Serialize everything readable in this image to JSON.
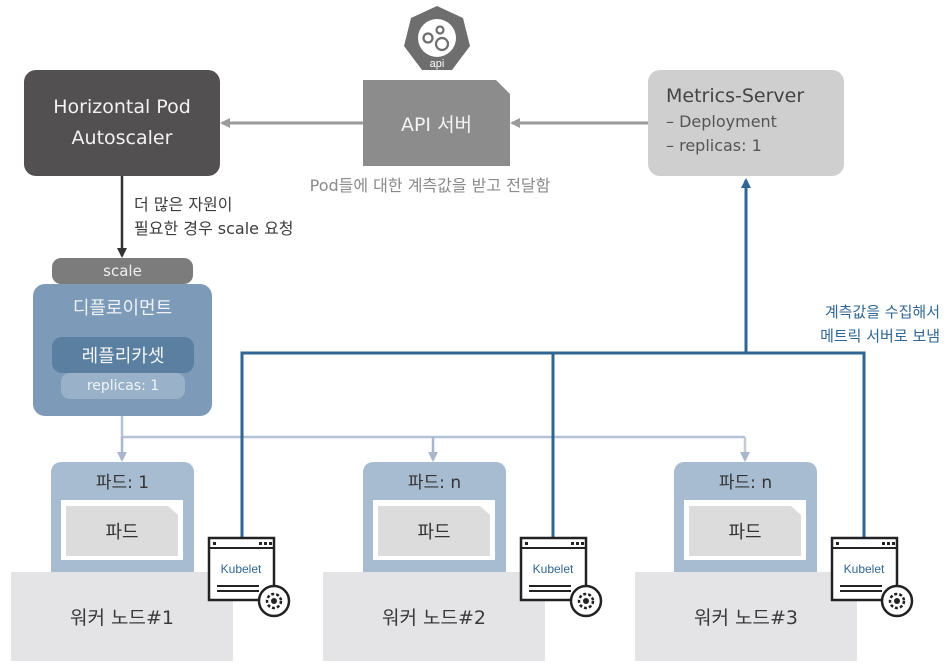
{
  "hpa": {
    "line1": "Horizontal Pod",
    "line2": "Autoscaler"
  },
  "api_server": {
    "label": "API 서버",
    "logo_text": "api",
    "caption": "Pod들에 대한 계측값을 받고 전달함"
  },
  "metrics_server": {
    "title": "Metrics-Server",
    "lines": [
      "– Deployment",
      "– replicas: 1"
    ]
  },
  "hpa_note": {
    "line1": "더 많은 자원이",
    "line2": "필요한 경우 scale 요청"
  },
  "deployment": {
    "scale_label": "scale",
    "title": "디플로이먼트",
    "replicaset": "레플리카셋",
    "replicas": "replicas: 1"
  },
  "collect_note": {
    "line1": "계측값을 수집해서",
    "line2": "메트릭 서버로 보냄"
  },
  "workers": [
    {
      "pod_group": "파드: 1",
      "pod": "파드",
      "node": "워커 노드#1",
      "kubelet": "Kubelet"
    },
    {
      "pod_group": "파드: n",
      "pod": "파드",
      "node": "워커 노드#2",
      "kubelet": "Kubelet"
    },
    {
      "pod_group": "파드: n",
      "pod": "파드",
      "node": "워커 노드#3",
      "kubelet": "Kubelet"
    }
  ],
  "colors": {
    "metrics_flow": "#2f6693",
    "scale_flow": "#b4c2d6",
    "api_flow": "#9a9a9a",
    "hpa_fill": "#535052"
  }
}
